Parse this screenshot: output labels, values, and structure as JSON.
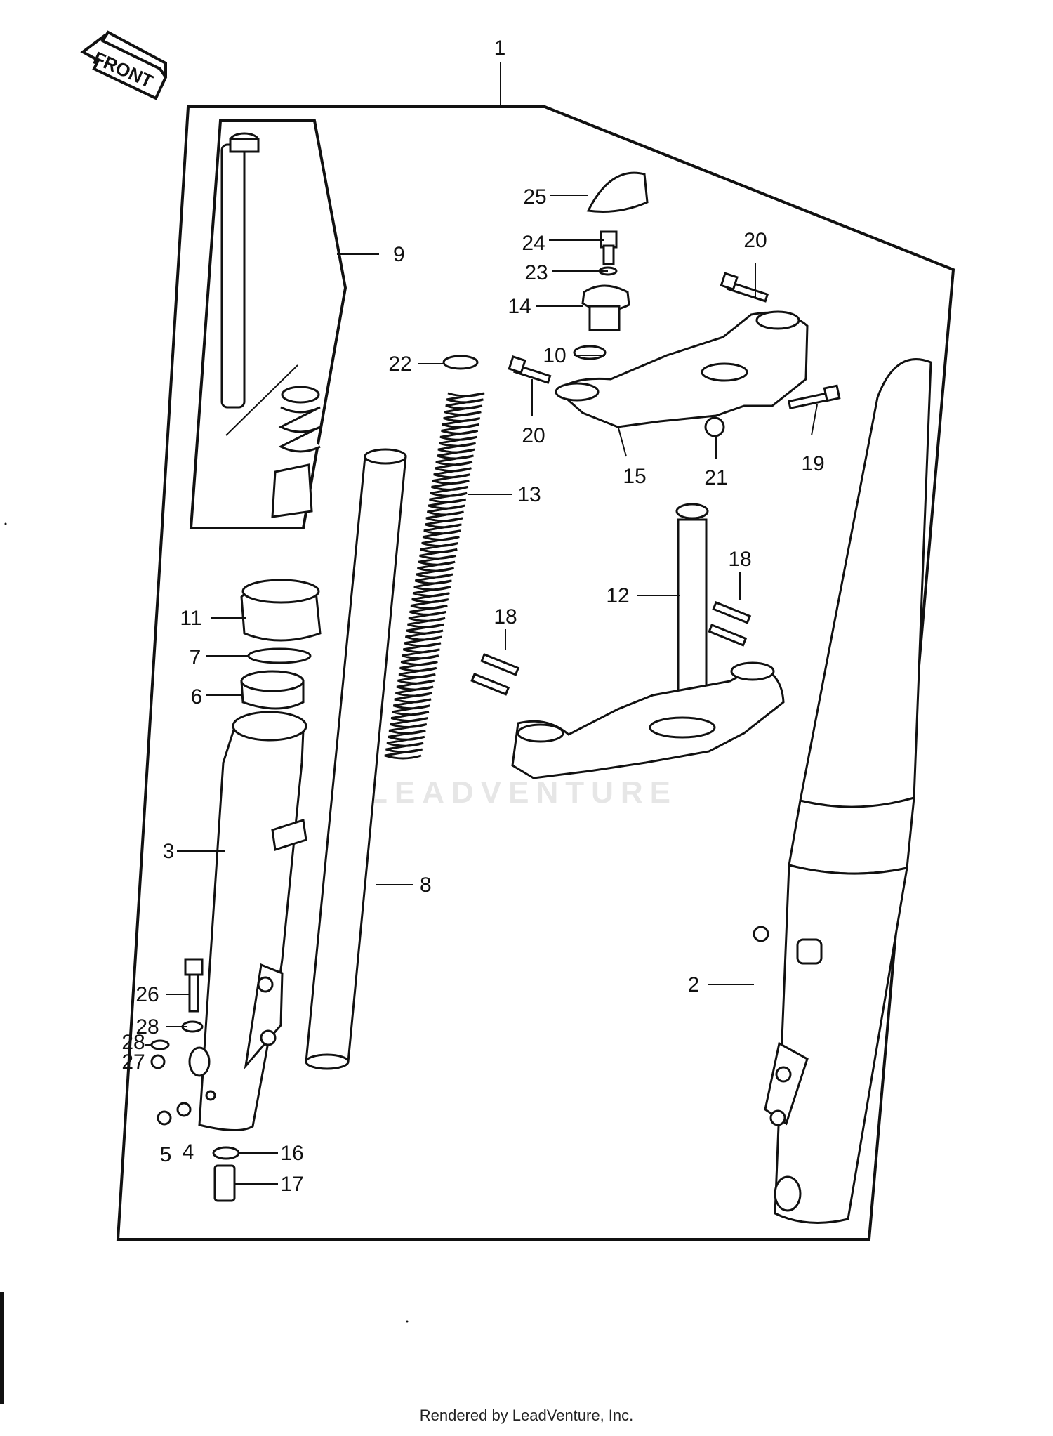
{
  "front_badge": "FRONT",
  "watermark": "LEADVENTURE",
  "footer": "Rendered by LeadVenture, Inc.",
  "callouts": [
    {
      "id": "c1",
      "text": "1"
    },
    {
      "id": "c2",
      "text": "2"
    },
    {
      "id": "c3",
      "text": "3"
    },
    {
      "id": "c4",
      "text": "4"
    },
    {
      "id": "c5",
      "text": "5"
    },
    {
      "id": "c6",
      "text": "6"
    },
    {
      "id": "c7",
      "text": "7"
    },
    {
      "id": "c8",
      "text": "8"
    },
    {
      "id": "c9",
      "text": "9"
    },
    {
      "id": "c10",
      "text": "10"
    },
    {
      "id": "c11",
      "text": "11"
    },
    {
      "id": "c12",
      "text": "12"
    },
    {
      "id": "c13",
      "text": "13"
    },
    {
      "id": "c14",
      "text": "14"
    },
    {
      "id": "c15",
      "text": "15"
    },
    {
      "id": "c16",
      "text": "16"
    },
    {
      "id": "c17",
      "text": "17"
    },
    {
      "id": "c18a",
      "text": "18"
    },
    {
      "id": "c18b",
      "text": "18"
    },
    {
      "id": "c19",
      "text": "19"
    },
    {
      "id": "c20a",
      "text": "20"
    },
    {
      "id": "c20b",
      "text": "20"
    },
    {
      "id": "c21",
      "text": "21"
    },
    {
      "id": "c22",
      "text": "22"
    },
    {
      "id": "c23",
      "text": "23"
    },
    {
      "id": "c24",
      "text": "24"
    },
    {
      "id": "c25",
      "text": "25"
    },
    {
      "id": "c26",
      "text": "26"
    },
    {
      "id": "c27",
      "text": "27"
    },
    {
      "id": "c28a",
      "text": "28"
    },
    {
      "id": "c28b",
      "text": "28"
    }
  ]
}
